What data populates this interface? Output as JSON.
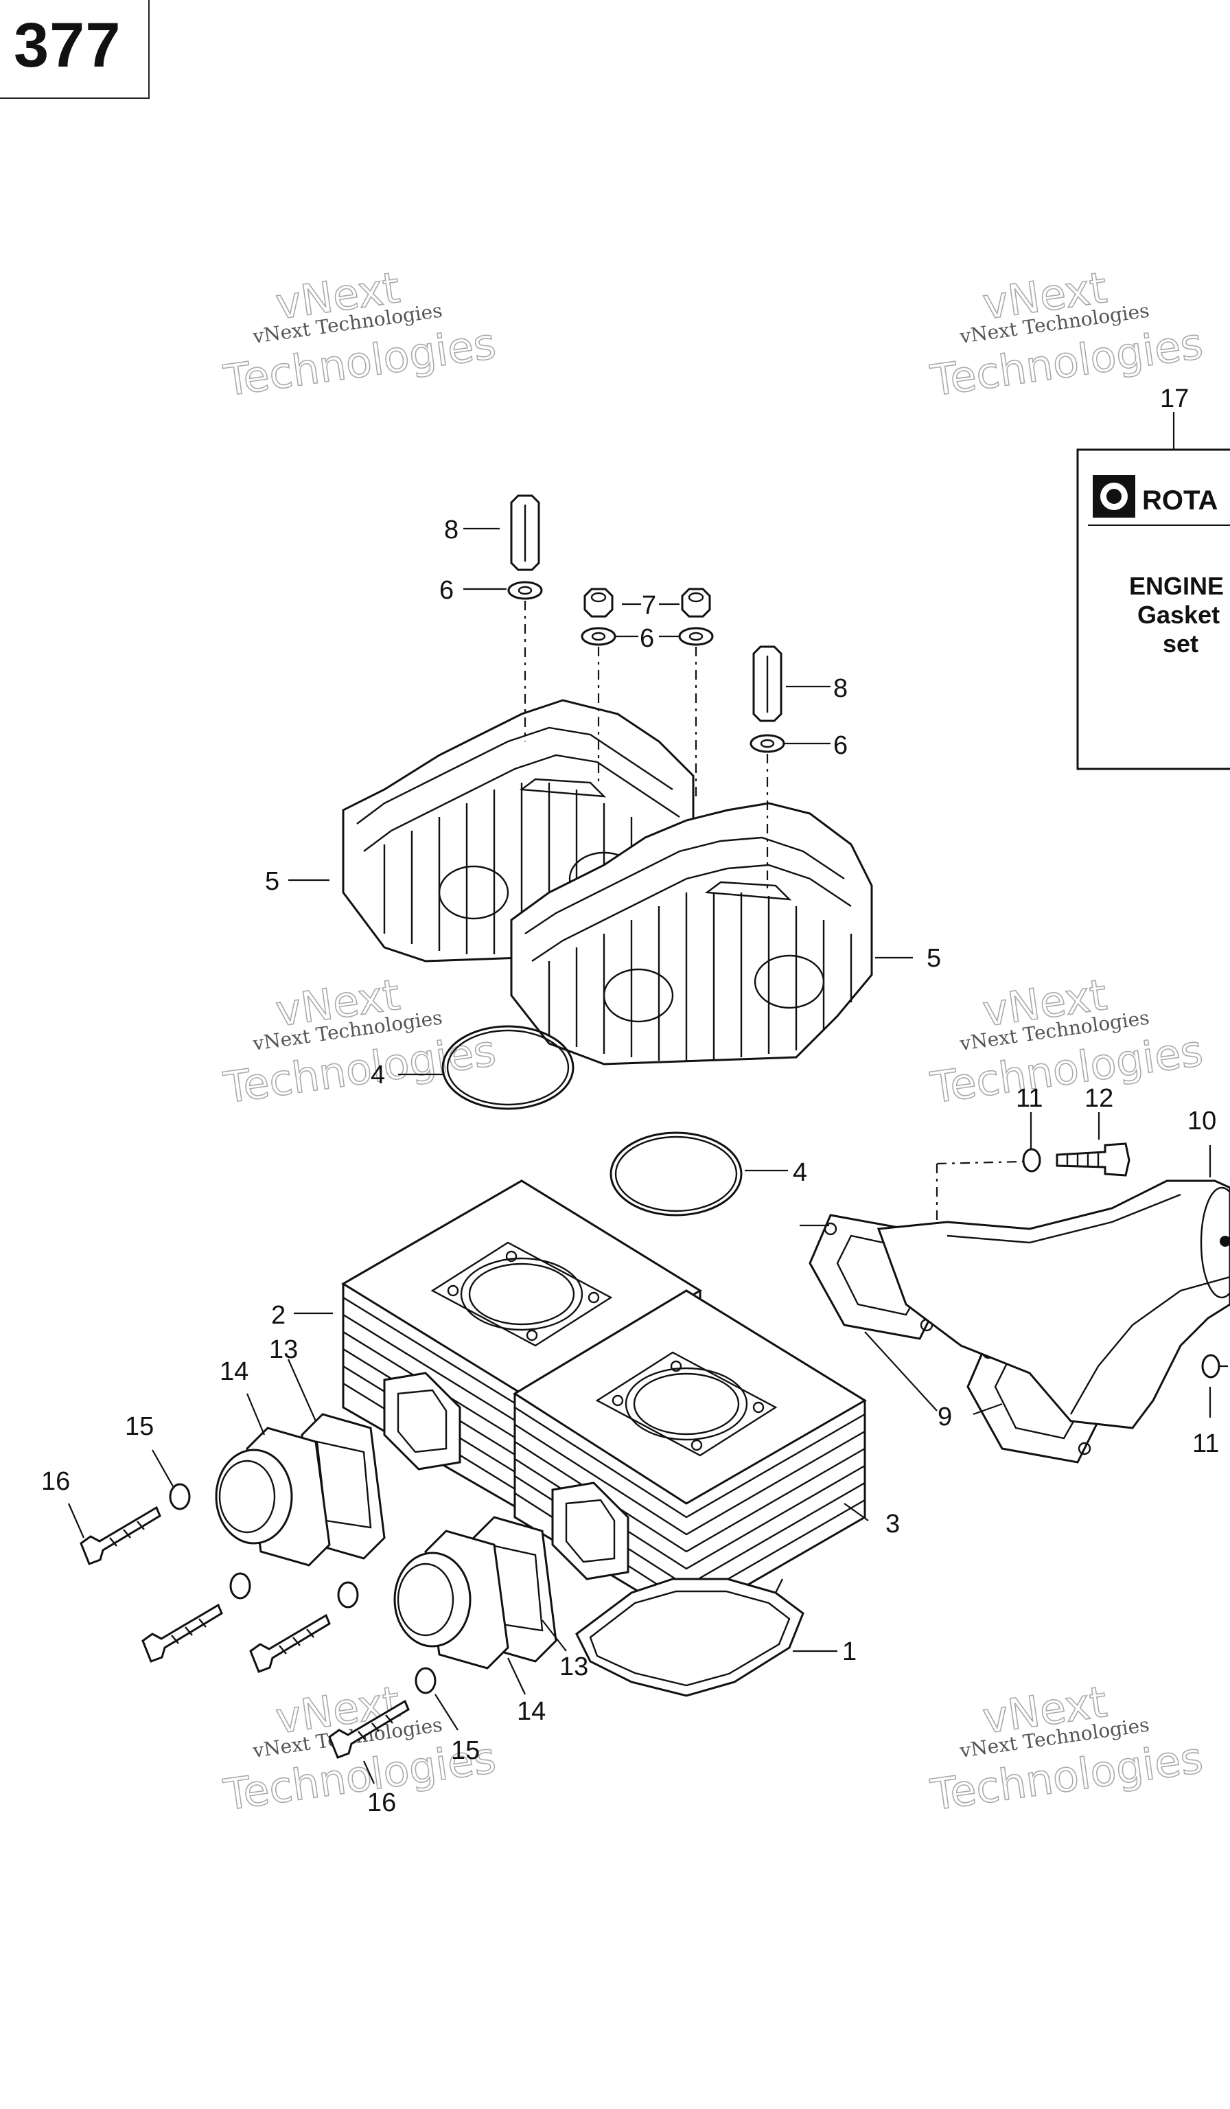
{
  "page_number": "377",
  "watermark": {
    "line1": "vNext Technologies",
    "line2": "vNext",
    "line3": "Technologies"
  },
  "kit": {
    "brand": "ROTA",
    "line1": "ENGINE",
    "line2": "Gasket",
    "line3": "set"
  },
  "callouts": {
    "c1": "1",
    "c2": "2",
    "c3": "3",
    "c4a": "4",
    "c4b": "4",
    "c5a": "5",
    "c5b": "5",
    "c6a": "6",
    "c6b": "6",
    "c6c": "6",
    "c7": "7",
    "c8a": "8",
    "c8b": "8",
    "c9": "9",
    "c10": "10",
    "c11a": "11",
    "c11b": "11",
    "c12": "12",
    "c13a": "13",
    "c13b": "13",
    "c14a": "14",
    "c14b": "14",
    "c15a": "15",
    "c15b": "15",
    "c16a": "16",
    "c16b": "16",
    "c17": "17"
  }
}
